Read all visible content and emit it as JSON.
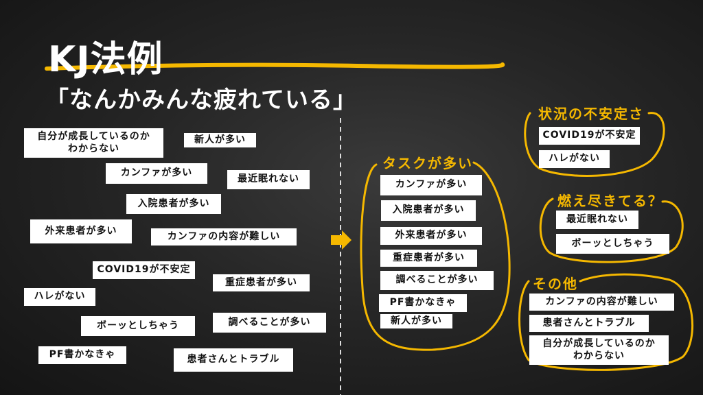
{
  "title": "KJ法例",
  "subtitle": "「なんかみんな疲れている」",
  "accent": "#f5b800",
  "left_cards": [
    "自分が成長しているのか\nわからない",
    "新人が多い",
    "カンファが多い",
    "最近眠れない",
    "入院患者が多い",
    "外来患者が多い",
    "カンファの内容が難しい",
    "COVID19が不安定",
    "重症患者が多い",
    "ハレがない",
    "ボーッとしちゃう",
    "調べることが多い",
    "PF書かなきゃ",
    "患者さんとトラブル"
  ],
  "groups": [
    {
      "label": "タスクが多い",
      "cards": [
        "カンファが多い",
        "入院患者が多い",
        "外来患者が多い",
        "重症患者が多い",
        "調べることが多い",
        "PF書かなきゃ",
        "新人が多い"
      ]
    },
    {
      "label": "状況の不安定さ",
      "cards": [
        "COVID19が不安定",
        "ハレがない"
      ]
    },
    {
      "label": "燃え尽きてる？",
      "cards": [
        "最近眠れない",
        "ボーッとしちゃう"
      ]
    },
    {
      "label": "その他",
      "cards": [
        "カンファの内容が難しい",
        "患者さんとトラブル",
        "自分が成長しているのか\nわからない"
      ]
    }
  ]
}
